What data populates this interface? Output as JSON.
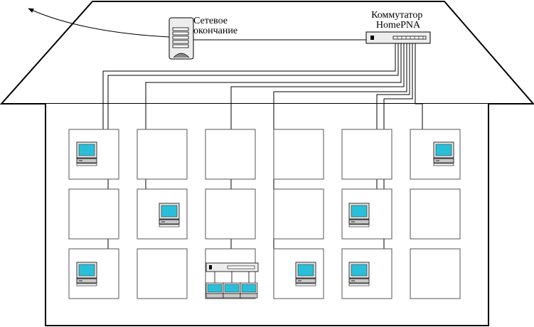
{
  "labels": {
    "network_termination": [
      "Сетевое",
      "окончание"
    ],
    "switch": [
      "Коммутатор",
      "HomePNA"
    ]
  },
  "colors": {
    "screen": "#29bfd9",
    "device_gray": "#c8c8c8",
    "line": "#000000"
  },
  "icons": {
    "network_termination": "server-tower-icon",
    "switch": "network-switch-icon",
    "workstation": "desktop-computer-icon",
    "apartment_switch": "switch-with-three-computers-icon",
    "uplink": "curved-arrow-icon"
  },
  "building": {
    "floors": 3,
    "apartments_per_floor": 6
  },
  "workstations": [
    {
      "floor": 1,
      "apartment": 1
    },
    {
      "floor": 1,
      "apartment": 6
    },
    {
      "floor": 2,
      "apartment": 2
    },
    {
      "floor": 2,
      "apartment": 5
    },
    {
      "floor": 3,
      "apartment": 1
    },
    {
      "floor": 3,
      "apartment": 4
    },
    {
      "floor": 3,
      "apartment": 5
    }
  ],
  "apartment_switch": {
    "floor": 3,
    "apartment": 3,
    "computers": 3
  }
}
